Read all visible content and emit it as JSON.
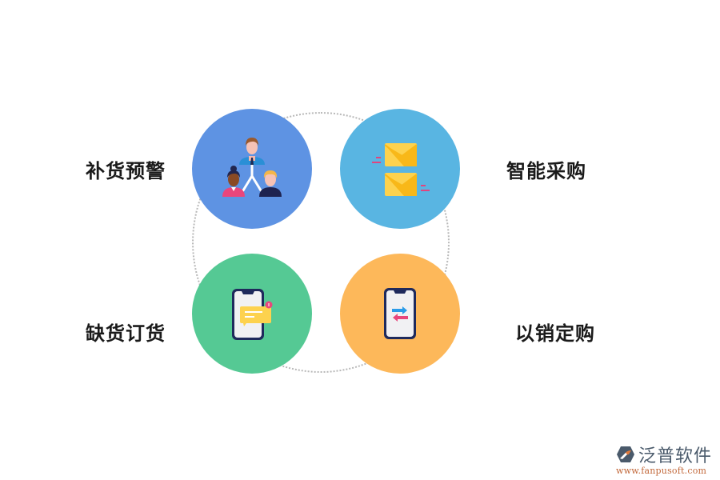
{
  "diagram": {
    "items": [
      {
        "label": "补货预警",
        "icon": "team-hierarchy-icon",
        "color": "#5e93e3"
      },
      {
        "label": "智能采购",
        "icon": "envelopes-icon",
        "color": "#59b5e2"
      },
      {
        "label": "缺货订货",
        "icon": "phone-message-icon",
        "color": "#55c994"
      },
      {
        "label": "以销定购",
        "icon": "phone-transfer-icon",
        "color": "#fdb85a"
      }
    ]
  },
  "logo": {
    "name": "泛普软件",
    "url": "www.fanpusoft.com"
  }
}
